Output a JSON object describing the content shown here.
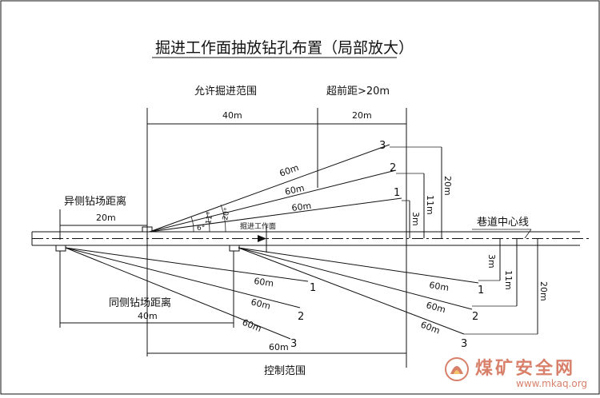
{
  "title": "掘进工作面抽放钻孔布置（局部放大）",
  "top_labels": {
    "allowed_range": "允许掘进范围",
    "advance": "超前距>20m",
    "dist_40": "40m",
    "dist_20": "20m"
  },
  "left_labels": {
    "opposite_side": "异侧钻场距离",
    "opposite_dist": "20m",
    "same_side": "同侧钻场距离",
    "same_dist": "40m"
  },
  "face_label": "掘进工作面",
  "centerline_label": "巷道中心线",
  "control_range": "控制范围",
  "control_dist": "60m",
  "upper_holes": [
    {
      "num": "1",
      "length": "60m",
      "offset": "3m"
    },
    {
      "num": "2",
      "length": "60m",
      "offset": "11m"
    },
    {
      "num": "3",
      "length": "60m",
      "offset": "20m"
    }
  ],
  "lower_holes": [
    {
      "num": "1",
      "length": "60m",
      "offset": "3m"
    },
    {
      "num": "2",
      "length": "60m",
      "offset": "11m"
    },
    {
      "num": "3",
      "length": "60m",
      "offset": "20m"
    }
  ],
  "lower_left_holes": [
    {
      "num": "1",
      "length": "60m"
    },
    {
      "num": "2",
      "length": "60m"
    },
    {
      "num": "3",
      "length": "60m"
    }
  ],
  "angles": [
    "6°",
    "11°",
    "20°"
  ],
  "watermark": {
    "name": "煤矿安全网",
    "url": "www.mkaq.org"
  }
}
